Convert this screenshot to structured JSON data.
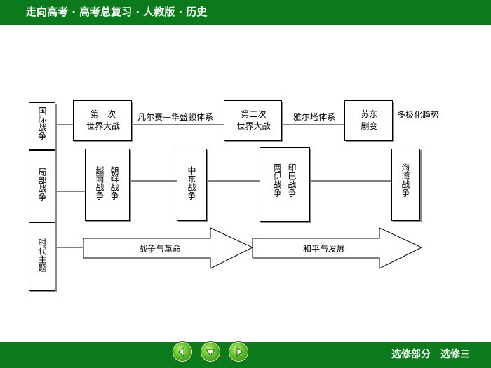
{
  "header": {
    "title": "走向高考 · 高考总复习 · 人教版 · 历史"
  },
  "footer": {
    "section": "选修部分　选修三",
    "nav": {
      "prev_icon": "left-arrow-icon",
      "down_icon": "down-arrow-icon",
      "next_icon": "right-arrow-icon"
    }
  },
  "rows": {
    "row1_label": "国际战争",
    "row2_label": "局部战争",
    "row3_label": "时代主题"
  },
  "row1": {
    "ww1_line1": "第一次",
    "ww1_line2": "世界大战",
    "versailles": "凡尔赛—华盛顿体系",
    "ww2_line1": "第二次",
    "ww2_line2": "世界大战",
    "yalta": "雅尔塔体系",
    "soviet_line1": "苏东",
    "soviet_line2": "剧变",
    "multipolar": "多极化趋势"
  },
  "row2": {
    "korea": "朝鲜战争",
    "vietnam": "越南战争",
    "mideast": "中东战争",
    "indopak": "印巴战争",
    "iraniraq": "两伊战争",
    "gulf": "海湾战争"
  },
  "row3": {
    "arrow1": "战争与革命",
    "arrow2": "和平与发展"
  },
  "colors": {
    "bar": "#0b7a1c",
    "nav": "#5fbf2a"
  }
}
